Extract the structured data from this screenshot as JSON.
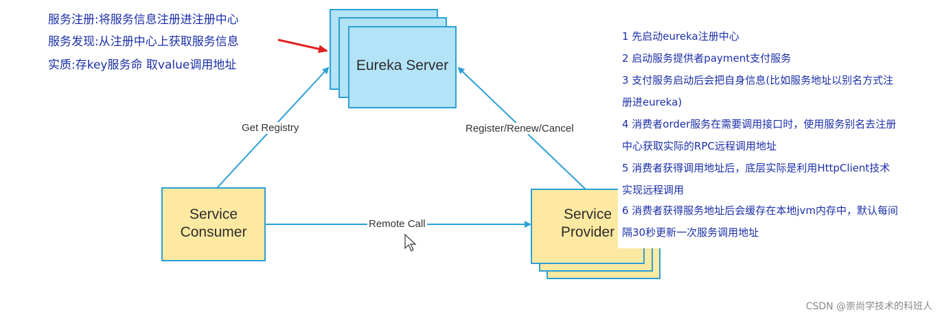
{
  "notes": [
    "服务注册:将服务信息注册进注册中心",
    "服务发现:从注册中心上获取服务信息",
    "实质:存key服务命 取value调用地址"
  ],
  "nodes": {
    "eureka_server": "Eureka Server",
    "consumer": [
      "Service",
      "Consumer"
    ],
    "provider": [
      "Service",
      "Provider"
    ]
  },
  "edges": {
    "get_registry": "Get Registry",
    "register": "Register/Renew/Cancel",
    "remote_call": "Remote Call"
  },
  "steps": [
    "1 先启动eureka注册中心",
    "2 启动服务提供者payment支付服务",
    "3 支付服务启动后会把自身信息(比如服务地址以别名方式注",
    "册进eureka)",
    "4 消费者order服务在需要调用接口时，使用服务别名去注册",
    "中心获取实际的RPC远程调用地址",
    "5 消费者获得调用地址后，底层实际是利用HttpClient技术",
    "实现远程调用",
    "6 消费者获得服务地址后会缓存在本地jvm内存中，默认每间",
    "隔30秒更新一次服务调用地址"
  ],
  "watermark": "CSDN @崇尚学技术的科班人",
  "colors": {
    "note_text": "#1b2fa8",
    "server_fill": "#b3e3f7",
    "server_stroke": "#2a9fd6",
    "node_fill": "#fde9a1",
    "node_stroke": "#2a9fd6",
    "arrow": "#2a9fd6",
    "pointer_arrow": "#e02020"
  }
}
